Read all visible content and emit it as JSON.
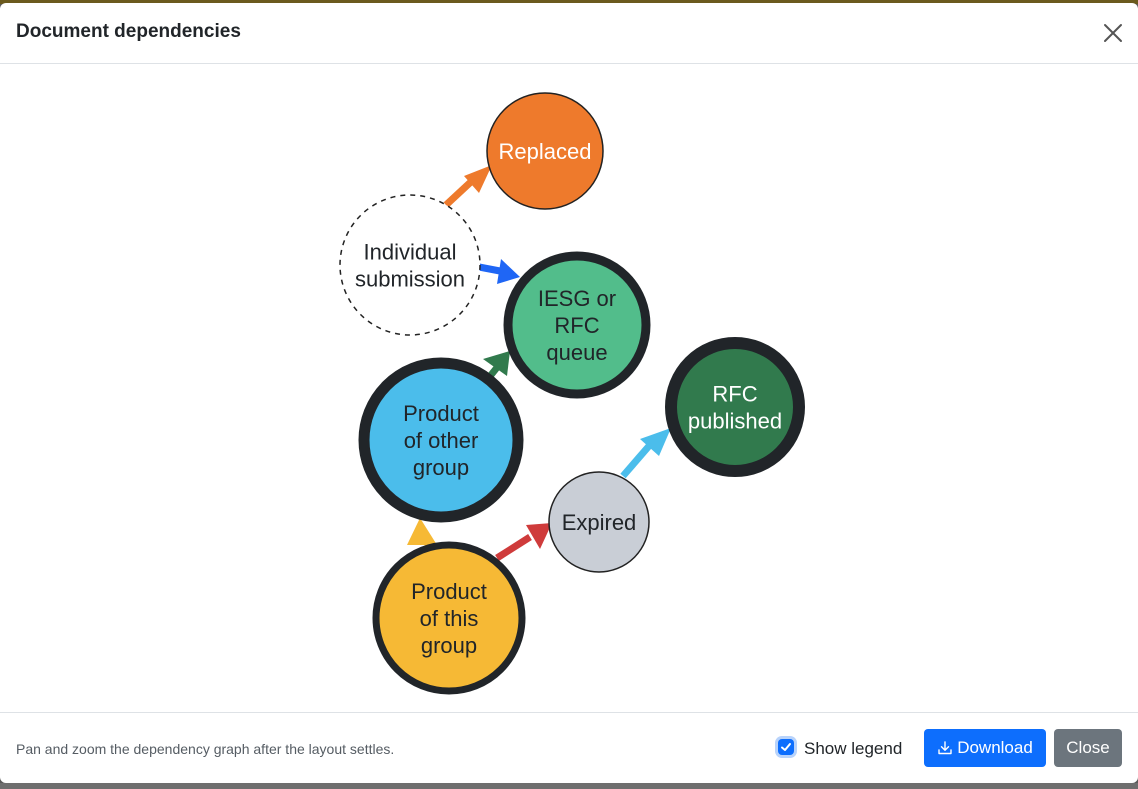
{
  "modal": {
    "title": "Document dependencies"
  },
  "graph": {
    "nodes": {
      "replaced": {
        "lines": [
          "Replaced"
        ],
        "fill": "#ee7a2c",
        "text_color": "#ffffff"
      },
      "individual": {
        "lines": [
          "Individual",
          "submission"
        ],
        "fill": "#ffffff",
        "text_color": "#212529"
      },
      "iesg": {
        "lines": [
          "IESG or",
          "RFC",
          "queue"
        ],
        "fill": "#52bd8b",
        "text_color": "#212529"
      },
      "other_group": {
        "lines": [
          "Product",
          "of other",
          "group"
        ],
        "fill": "#4bbdeb",
        "text_color": "#212529"
      },
      "rfc": {
        "lines": [
          "RFC",
          "published"
        ],
        "fill": "#317a4d",
        "text_color": "#ffffff"
      },
      "expired": {
        "lines": [
          "Expired"
        ],
        "fill": "#c9ced6",
        "text_color": "#212529"
      },
      "this_group": {
        "lines": [
          "Product",
          "of this",
          "group"
        ],
        "fill": "#f6b935",
        "text_color": "#212529"
      }
    },
    "edge_colors": {
      "individual_to_replaced": "#ee7a2c",
      "individual_to_iesg": "#1f66f5",
      "other_group_to_iesg": "#317a4d",
      "this_group_to_other_group": "#f6b935",
      "this_group_to_expired": "#cf3b3b",
      "expired_to_rfc": "#4bbdeb"
    }
  },
  "footer": {
    "hint": "Pan and zoom the dependency graph after the layout settles.",
    "show_legend_label": "Show legend",
    "show_legend_checked": true,
    "download_label": "Download",
    "close_label": "Close"
  },
  "colors": {
    "primary": "#0d6efd",
    "secondary": "#6c757d"
  },
  "icons": {
    "close": "close-icon",
    "download": "download-icon",
    "checkbox": "checkmark-icon"
  }
}
